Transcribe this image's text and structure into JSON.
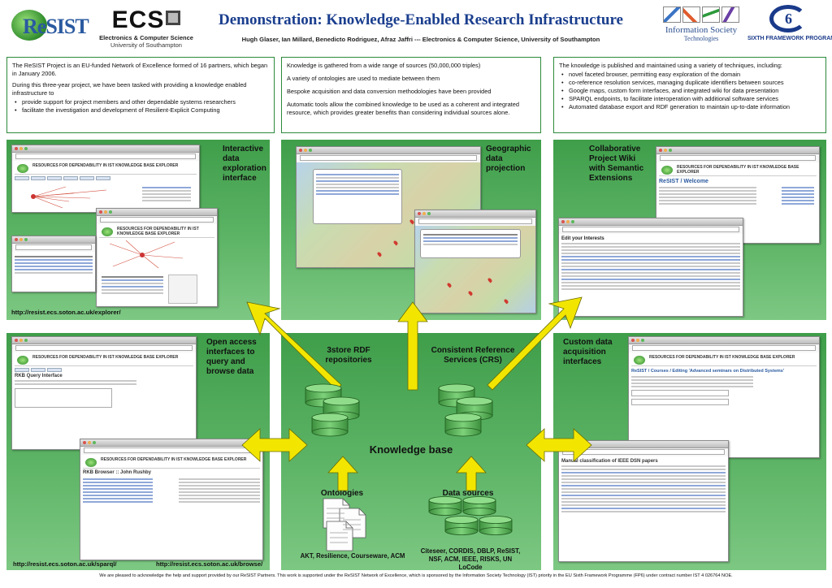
{
  "header": {
    "logo_resist": "ReSIST",
    "logo_ecs_big": "ECS",
    "logo_ecs_line1": "Electronics & Computer Science",
    "logo_ecs_line2": "University of Southampton",
    "title": "Demonstration: Knowledge-Enabled Research Infrastructure",
    "authors": "Hugh Glaser, Ian Millard, Benedicto Rodriguez, Afraz Jaffri --- Electronics & Computer Science, University of Southampton",
    "logo_ist_line1": "Information Society",
    "logo_ist_line2": "Technologies",
    "logo_fp6": "SIXTH FRAMEWORK PROGRAMME"
  },
  "intro": {
    "left": {
      "p1": "The ReSIST Project is an EU-funded Network of Excellence formed of 16 partners, which began in January 2006.",
      "p2": "During this three-year project, we have been tasked with providing a knowledge enabled infrastructure to",
      "bullets": [
        "provide support for project members and other dependable systems researchers",
        "facilitate the investigation and development of Resilient-Explicit Computing"
      ]
    },
    "middle": {
      "p1": "Knowledge is gathered from a wide range of sources (50,000,000 triples)",
      "p2": "A variety of ontologies are used to mediate between them",
      "p3": "Bespoke acquisition and data conversion methodologies have been provided",
      "p4": "Automatic tools allow the combined knowledge to be used as a coherent and integrated resource, which provides greater benefits than considering individual sources alone."
    },
    "right": {
      "p1": "The knowledge is published and maintained using a variety of techniques, including:",
      "bullets": [
        "novel faceted browser, permitting easy exploration of the domain",
        "co-reference resolution services, managing duplicate identifiers between sources",
        "Google maps, custom form interfaces, and integrated wiki for data presentation",
        "SPARQL endpoints, to facilitate interoperation with additional software services",
        "Automated database export and RDF generation to maintain up-to-date information"
      ]
    }
  },
  "panels": {
    "explorer_label": "Interactive data exploration interface",
    "explorer_url": "http://resist.ecs.soton.ac.uk/explorer/",
    "map_label": "Geographic data projection",
    "wiki_label": "Collaborative Project Wiki with Semantic Extensions",
    "sparql_label": "Open access interfaces to query and browse data",
    "sparql_url": "http://resist.ecs.soton.ac.uk/sparql/",
    "browse_url": "http://resist.ecs.soton.ac.uk/browse/",
    "acquisition_label": "Custom data acquisition interfaces",
    "store_label": "3store RDF repositories",
    "crs_label": "Consistent Reference Services (CRS)",
    "kb_label": "Knowledge base",
    "ontologies_label": "Ontologies",
    "ontologies_sources": "AKT, Resilience, Courseware, ACM",
    "datasources_label": "Data sources",
    "datasources_list": "Citeseer, CORDIS, DBLP, ReSIST, NSF, ACM, IEEE, RISKS, UN LoCode"
  },
  "screens": {
    "kb_banner": "RESOURCES FOR DEPENDABILITY IN IST KNOWLEDGE BASE EXPLORER",
    "rkb_query": "RKB Query Interface",
    "rkb_browser": "RKB Browser :: John Rushby",
    "resist_welcome": "ReSIST / Welcome",
    "edit_interests": "Edit your Interests",
    "courses_edit": "ReSIST / Courses / Editing 'Advanced seminars on Distributed Systems'",
    "manual_ieee": "Manual classification of IEEE DSN papers"
  },
  "footer": "We are pleased to acknowledge the help and support provided by our ReSIST Partners. This work is supported under the ReSIST Network of Excellence, which is sponsored by the Information Society Technology (IST) priority in the EU Sixth Framework Programme (FP6) under contract number IST 4 026764 NOE.",
  "colors": {
    "panel_green": "#4fa957",
    "arrow_yellow": "#f2e600",
    "cylinder_green": "#5cb85c",
    "title_blue": "#1a3e8e"
  }
}
